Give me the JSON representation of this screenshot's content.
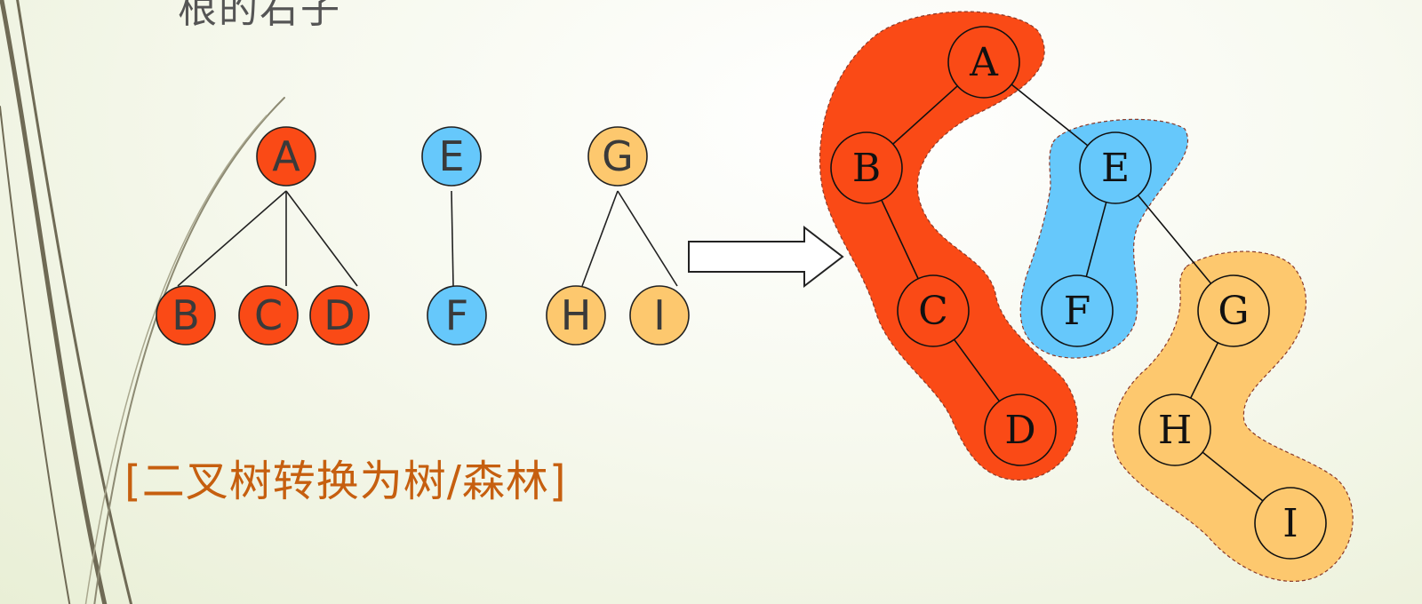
{
  "slide": {
    "heading": "根的右子",
    "caption": "[二叉树转换为树/森林]"
  },
  "colors": {
    "red": "#fa4a16",
    "blue": "#66c8fb",
    "yellow": "#fdc86e",
    "caption": "#c65f0f"
  },
  "forest": {
    "trees": [
      {
        "root": "A",
        "children": [
          "B",
          "C",
          "D"
        ],
        "color": "red"
      },
      {
        "root": "E",
        "children": [
          "F"
        ],
        "color": "blue"
      },
      {
        "root": "G",
        "children": [
          "H",
          "I"
        ],
        "color": "yellow"
      }
    ]
  },
  "binary_tree": {
    "nodes": [
      "A",
      "B",
      "C",
      "D",
      "E",
      "F",
      "G",
      "H",
      "I"
    ],
    "edges": [
      [
        "A",
        "B"
      ],
      [
        "A",
        "E"
      ],
      [
        "B",
        "C"
      ],
      [
        "C",
        "D"
      ],
      [
        "E",
        "F"
      ],
      [
        "E",
        "G"
      ],
      [
        "G",
        "H"
      ],
      [
        "H",
        "I"
      ]
    ],
    "groups": [
      {
        "color": "red",
        "members": [
          "A",
          "B",
          "C",
          "D"
        ]
      },
      {
        "color": "blue",
        "members": [
          "E",
          "F"
        ]
      },
      {
        "color": "yellow",
        "members": [
          "G",
          "H",
          "I"
        ]
      }
    ]
  }
}
